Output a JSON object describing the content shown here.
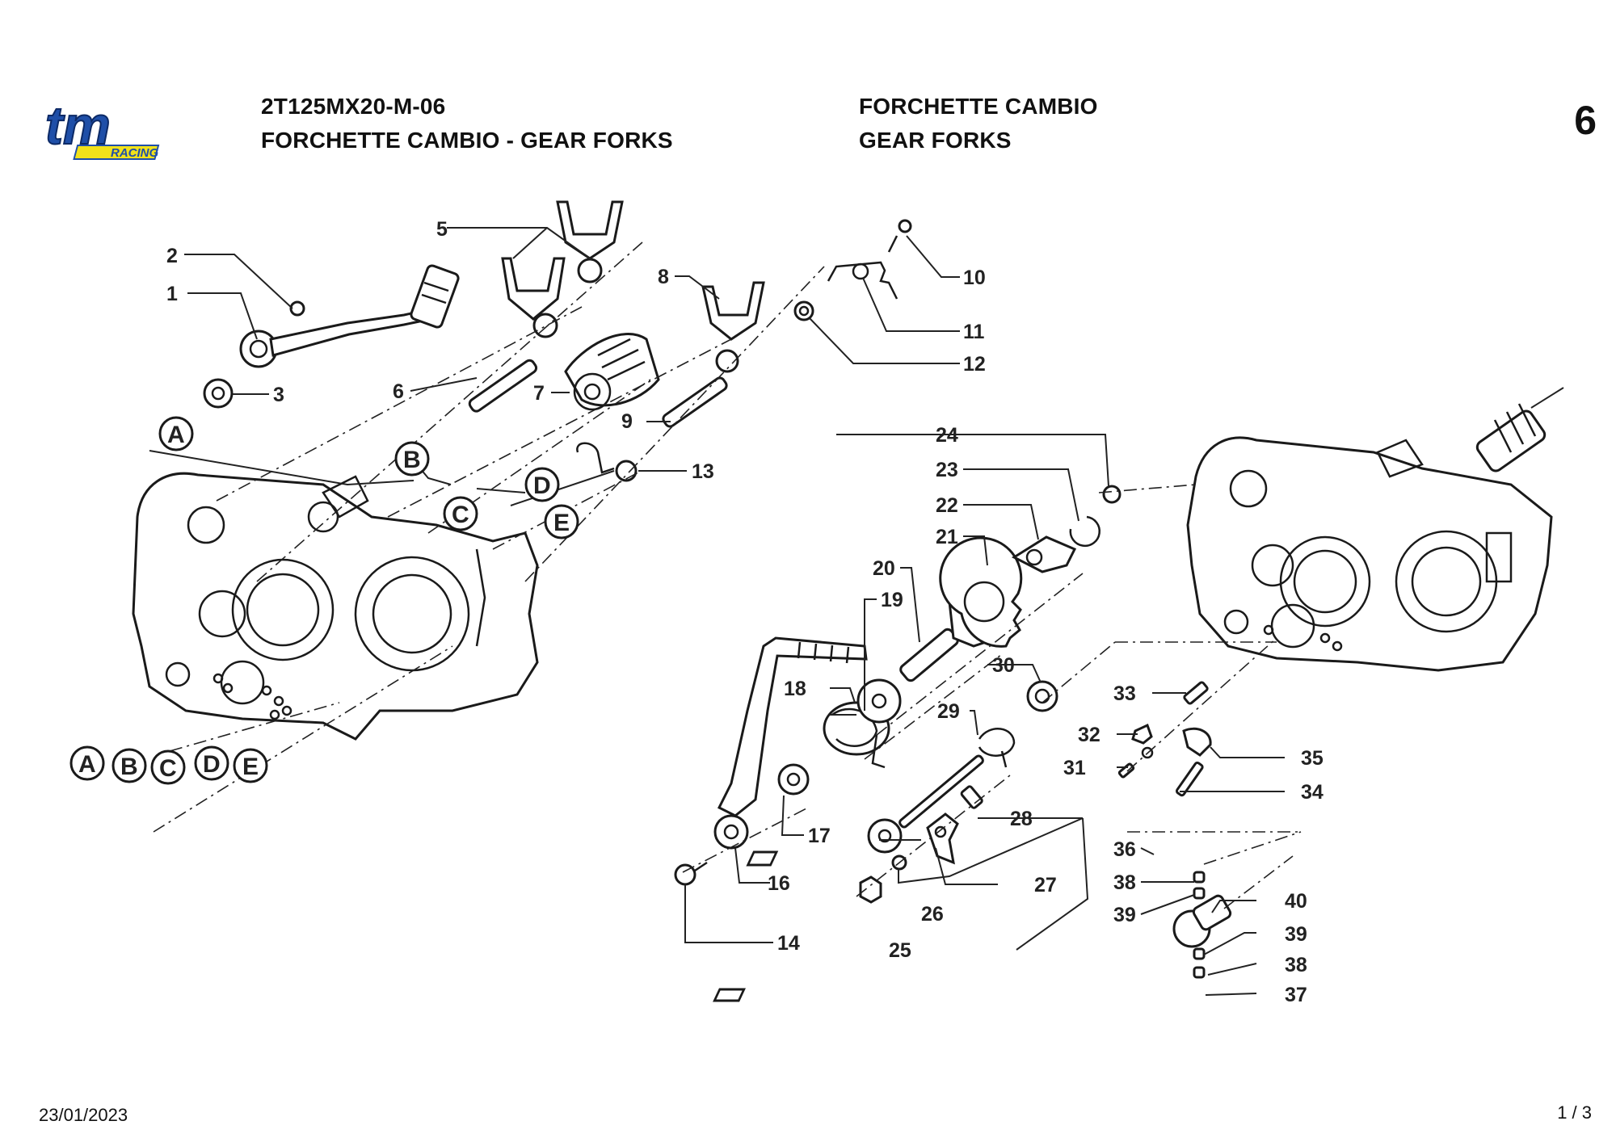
{
  "header": {
    "brand_logo_text": "tm",
    "brand_logo_subtext": "RACING",
    "code": "2T125MX20-M-06",
    "subtitle": "FORCHETTE CAMBIO - GEAR FORKS",
    "title_it": "FORCHETTE CAMBIO",
    "title_en": "GEAR FORKS",
    "page_number": "6"
  },
  "footer": {
    "date": "23/01/2023",
    "page_of": "1 / 3"
  },
  "colors": {
    "logo_blue": "#1f4fa8",
    "logo_yellow": "#f2e21a",
    "line": "#222222"
  },
  "callouts": [
    "1",
    "2",
    "3",
    "5",
    "6",
    "7",
    "8",
    "9",
    "10",
    "11",
    "12",
    "13",
    "14",
    "16",
    "17",
    "18",
    "19",
    "20",
    "21",
    "22",
    "23",
    "24",
    "25",
    "26",
    "27",
    "28",
    "29",
    "30",
    "31",
    "32",
    "33",
    "34",
    "35",
    "36",
    "37",
    "38",
    "38",
    "39",
    "39",
    "40"
  ],
  "letter_markers": [
    "A",
    "B",
    "C",
    "D",
    "E"
  ]
}
